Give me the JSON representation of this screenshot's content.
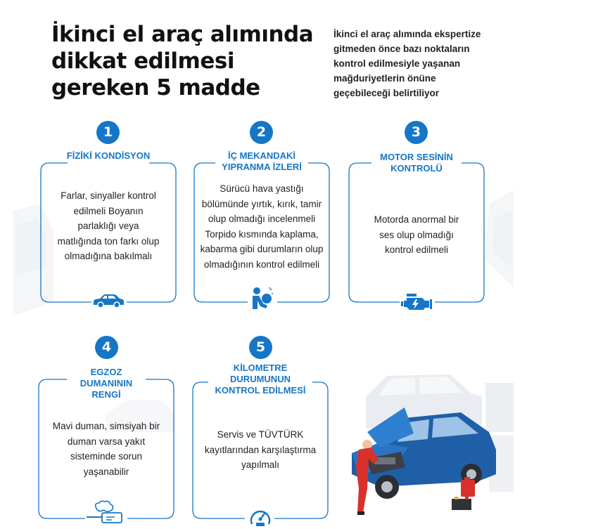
{
  "title": "İkinci el araç alımında dikkat edilmesi gereken 5 madde",
  "subtitle": "İkinci el araç alımında ekspertize gitmeden önce bazı noktaların kontrol edilmesiyle yaşanan mağduriyetlerin önüne geçebileceği belirtiliyor",
  "accent_color": "#1576c8",
  "items": [
    {
      "number": "1",
      "heading": "FİZİKİ KONDİSYON",
      "body": "Farlar, sinyaller kontrol edilmeli Boyanın parlaklığı veya matlığında ton farkı olup olmadığına bakılmalı",
      "icon": "car-icon"
    },
    {
      "number": "2",
      "heading": "İÇ MEKANDAKİ YIPRANMA İZLERİ",
      "body": "Sürücü hava yastığı bölümünde yırtık, kırık, tamir olup olmadığı incelenmeli Torpido kısmında kaplama, kabarma gibi durumların olup olmadığının kontrol edilmeli",
      "icon": "airbag-icon"
    },
    {
      "number": "3",
      "heading": "MOTOR SESİNİN KONTROLÜ",
      "body": "Motorda anormal bir ses olup olmadığı kontrol edilmeli",
      "icon": "engine-icon"
    },
    {
      "number": "4",
      "heading": "EGZOZ DUMANININ RENGİ",
      "body": "Mavi duman, simsiyah bir duman varsa yakıt sisteminde sorun yaşanabilir",
      "icon": "exhaust-icon"
    },
    {
      "number": "5",
      "heading": "KİLOMETRE DURUMUNUN KONTROL EDİLMESİ",
      "body": "Servis ve TÜVTÜRK kayıtlarından karşılaştırma yapılmalı",
      "icon": "speedometer-icon"
    }
  ]
}
